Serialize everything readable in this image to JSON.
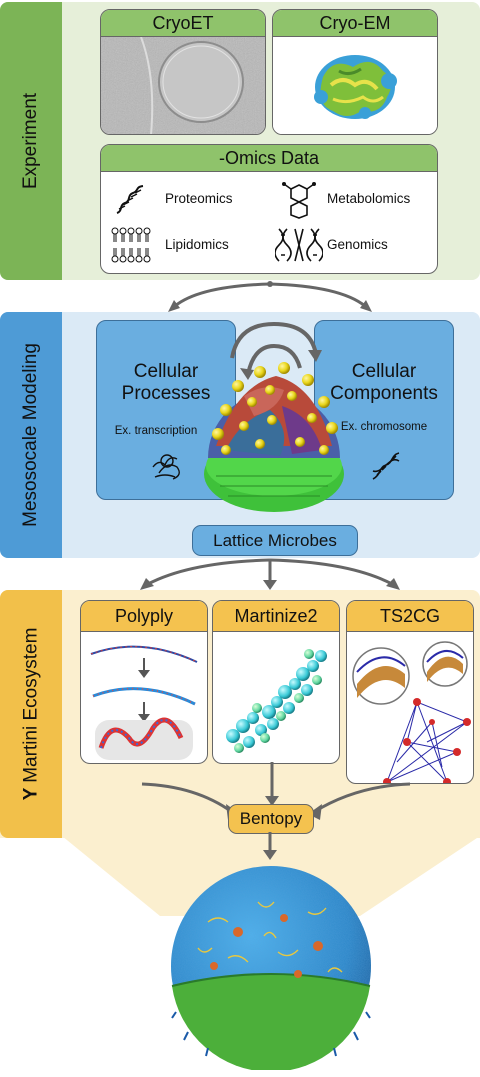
{
  "sections": {
    "experiment": "Experiment",
    "mesoscale": "Mesosocale Modeling",
    "martini": "Martini Ecosystem"
  },
  "experiment": {
    "cryoet": "CryoET",
    "cryoem": "Cryo-EM",
    "omics_title": "-Omics Data",
    "omics": [
      "Proteomics",
      "Metabolomics",
      "Lipidomics",
      "Genomics"
    ]
  },
  "mesoscale": {
    "left_title": "Cellular\nProcesses",
    "left_example": "Ex. transcription",
    "right_title": "Cellular\nComponents",
    "right_example": "Ex. chromosome",
    "tool": "Lattice Microbes"
  },
  "martini": {
    "tools": [
      "Polyply",
      "Martinize2",
      "TS2CG"
    ],
    "output": "Bentopy"
  },
  "colors": {
    "experiment_bg": "#e6efd9",
    "experiment_tab": "#7cb456",
    "mesoscale_bg": "#dbeaf6",
    "mesoscale_tab": "#4e9bd6",
    "martini_bg": "#fbefcf",
    "martini_tab": "#f2c04a",
    "card_green": "#8fc36b",
    "card_yellow": "#f4c24f",
    "box_blue": "#6aaee0"
  }
}
